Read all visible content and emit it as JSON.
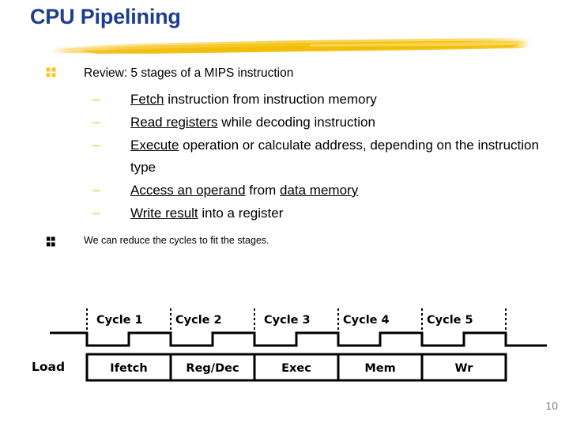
{
  "slide": {
    "title": "CPU Pipelining",
    "title_color": "#1d3e8c",
    "brush_color": "#f5c518",
    "page_number": "10"
  },
  "bullets": [
    {
      "marker": "square-block-bullet",
      "marker_color": "#f2c931",
      "text": "Review: 5 stages of a MIPS instruction",
      "sub_items": [
        {
          "dash": "–",
          "parts": [
            {
              "text": "Fetch",
              "underline": true
            },
            {
              "text": " instruction from instruction memory",
              "underline": false
            }
          ]
        },
        {
          "dash": "–",
          "parts": [
            {
              "text": "Read registers",
              "underline": true
            },
            {
              "text": " while decoding instruction",
              "underline": false
            }
          ]
        },
        {
          "dash": "–",
          "parts": [
            {
              "text": "Execute",
              "underline": true
            },
            {
              "text": " operation or calculate address,  depending on the instruction type",
              "underline": false
            }
          ]
        },
        {
          "dash": "–",
          "parts": [
            {
              "text": "Access an operand",
              "underline": true
            },
            {
              "text": " from ",
              "underline": false
            },
            {
              "text": "data memory",
              "underline": true
            }
          ]
        },
        {
          "dash": "–",
          "parts": [
            {
              "text": "Write result",
              "underline": true
            },
            {
              "text": " into a register",
              "underline": false
            }
          ]
        }
      ]
    },
    {
      "marker": "square-block-bullet",
      "marker_color": "#000000",
      "text": "We can reduce the cycles to fit the stages.",
      "sub_items": []
    }
  ],
  "pipeline": {
    "row_label": "Load",
    "cycle_labels": [
      "Cycle 1",
      "Cycle 2",
      "Cycle 3",
      "Cycle 4",
      "Cycle 5"
    ],
    "stages": [
      "Ifetch",
      "Reg/Dec",
      "Exec",
      "Mem",
      "Wr"
    ],
    "clock_waveform": "5 cycles, each low half then high half, dotted cycle boundaries",
    "line_color": "#000000"
  }
}
